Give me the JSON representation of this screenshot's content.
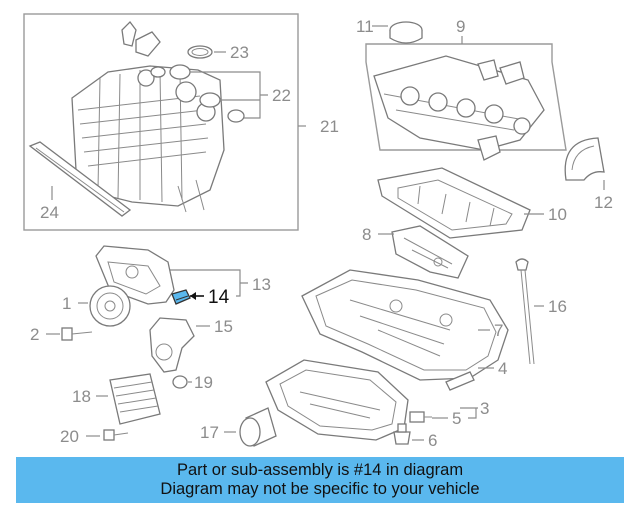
{
  "diagram": {
    "callouts": [
      "1",
      "2",
      "3",
      "4",
      "5",
      "6",
      "7",
      "8",
      "9",
      "10",
      "11",
      "12",
      "13",
      "14",
      "15",
      "16",
      "17",
      "18",
      "19",
      "20",
      "21",
      "22",
      "23",
      "24"
    ],
    "highlighted_callout": "14",
    "highlight_color": "#5ab8ee"
  },
  "banner": {
    "line1": "Part or sub-assembly is #14 in diagram",
    "line2": "Diagram may not be specific to your vehicle",
    "background": "#5ab8ee"
  }
}
